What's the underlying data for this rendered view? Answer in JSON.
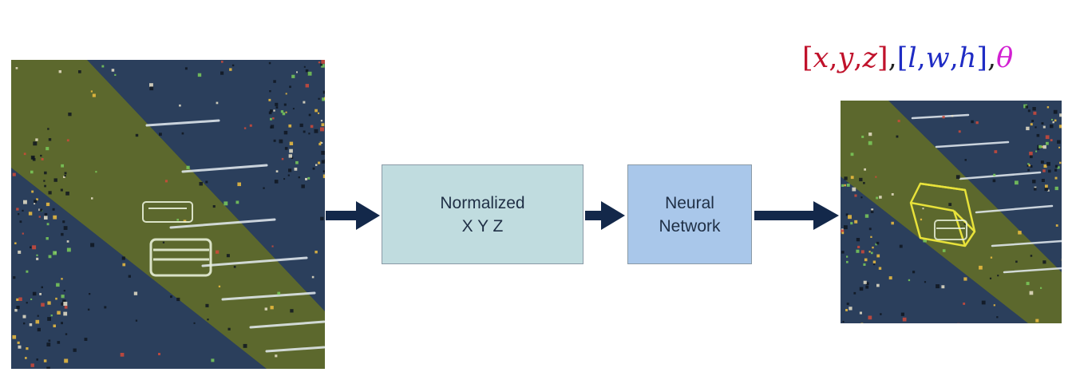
{
  "colors": {
    "arrow": "#13284a",
    "box_normalized": "#c0dcdf",
    "box_neural": "#a9c7ea",
    "box_text": "#1f2f45",
    "position_group": "#c0122b",
    "dimension_group": "#1f2cc4",
    "heading_symbol": "#d21fd2",
    "punctuation": "#222222",
    "scene_background": "#2b3f5c",
    "frustum_highlight": "#5f6a2a",
    "bounding_box": "#e8e23a"
  },
  "icons": {
    "input_image": "lidar-point-cloud-icon",
    "output_image": "lidar-detection-icon",
    "arrows": "right-arrow-icon"
  },
  "pipeline": {
    "normalized_box": {
      "line1": "Normalized",
      "line2": "X Y Z"
    },
    "neural_box": {
      "line1": "Neural",
      "line2": "Network"
    }
  },
  "output": {
    "formula": {
      "open1": "[",
      "x": "x",
      "comma1": ",",
      "y": "y",
      "comma2": ",",
      "z": "z",
      "close1": "]",
      "sep1": ",",
      "open2": "[",
      "l": "l",
      "comma3": ",",
      "w": "w",
      "comma4": ",",
      "h": "h",
      "close2": "]",
      "sep2": ",",
      "theta": "θ"
    }
  }
}
